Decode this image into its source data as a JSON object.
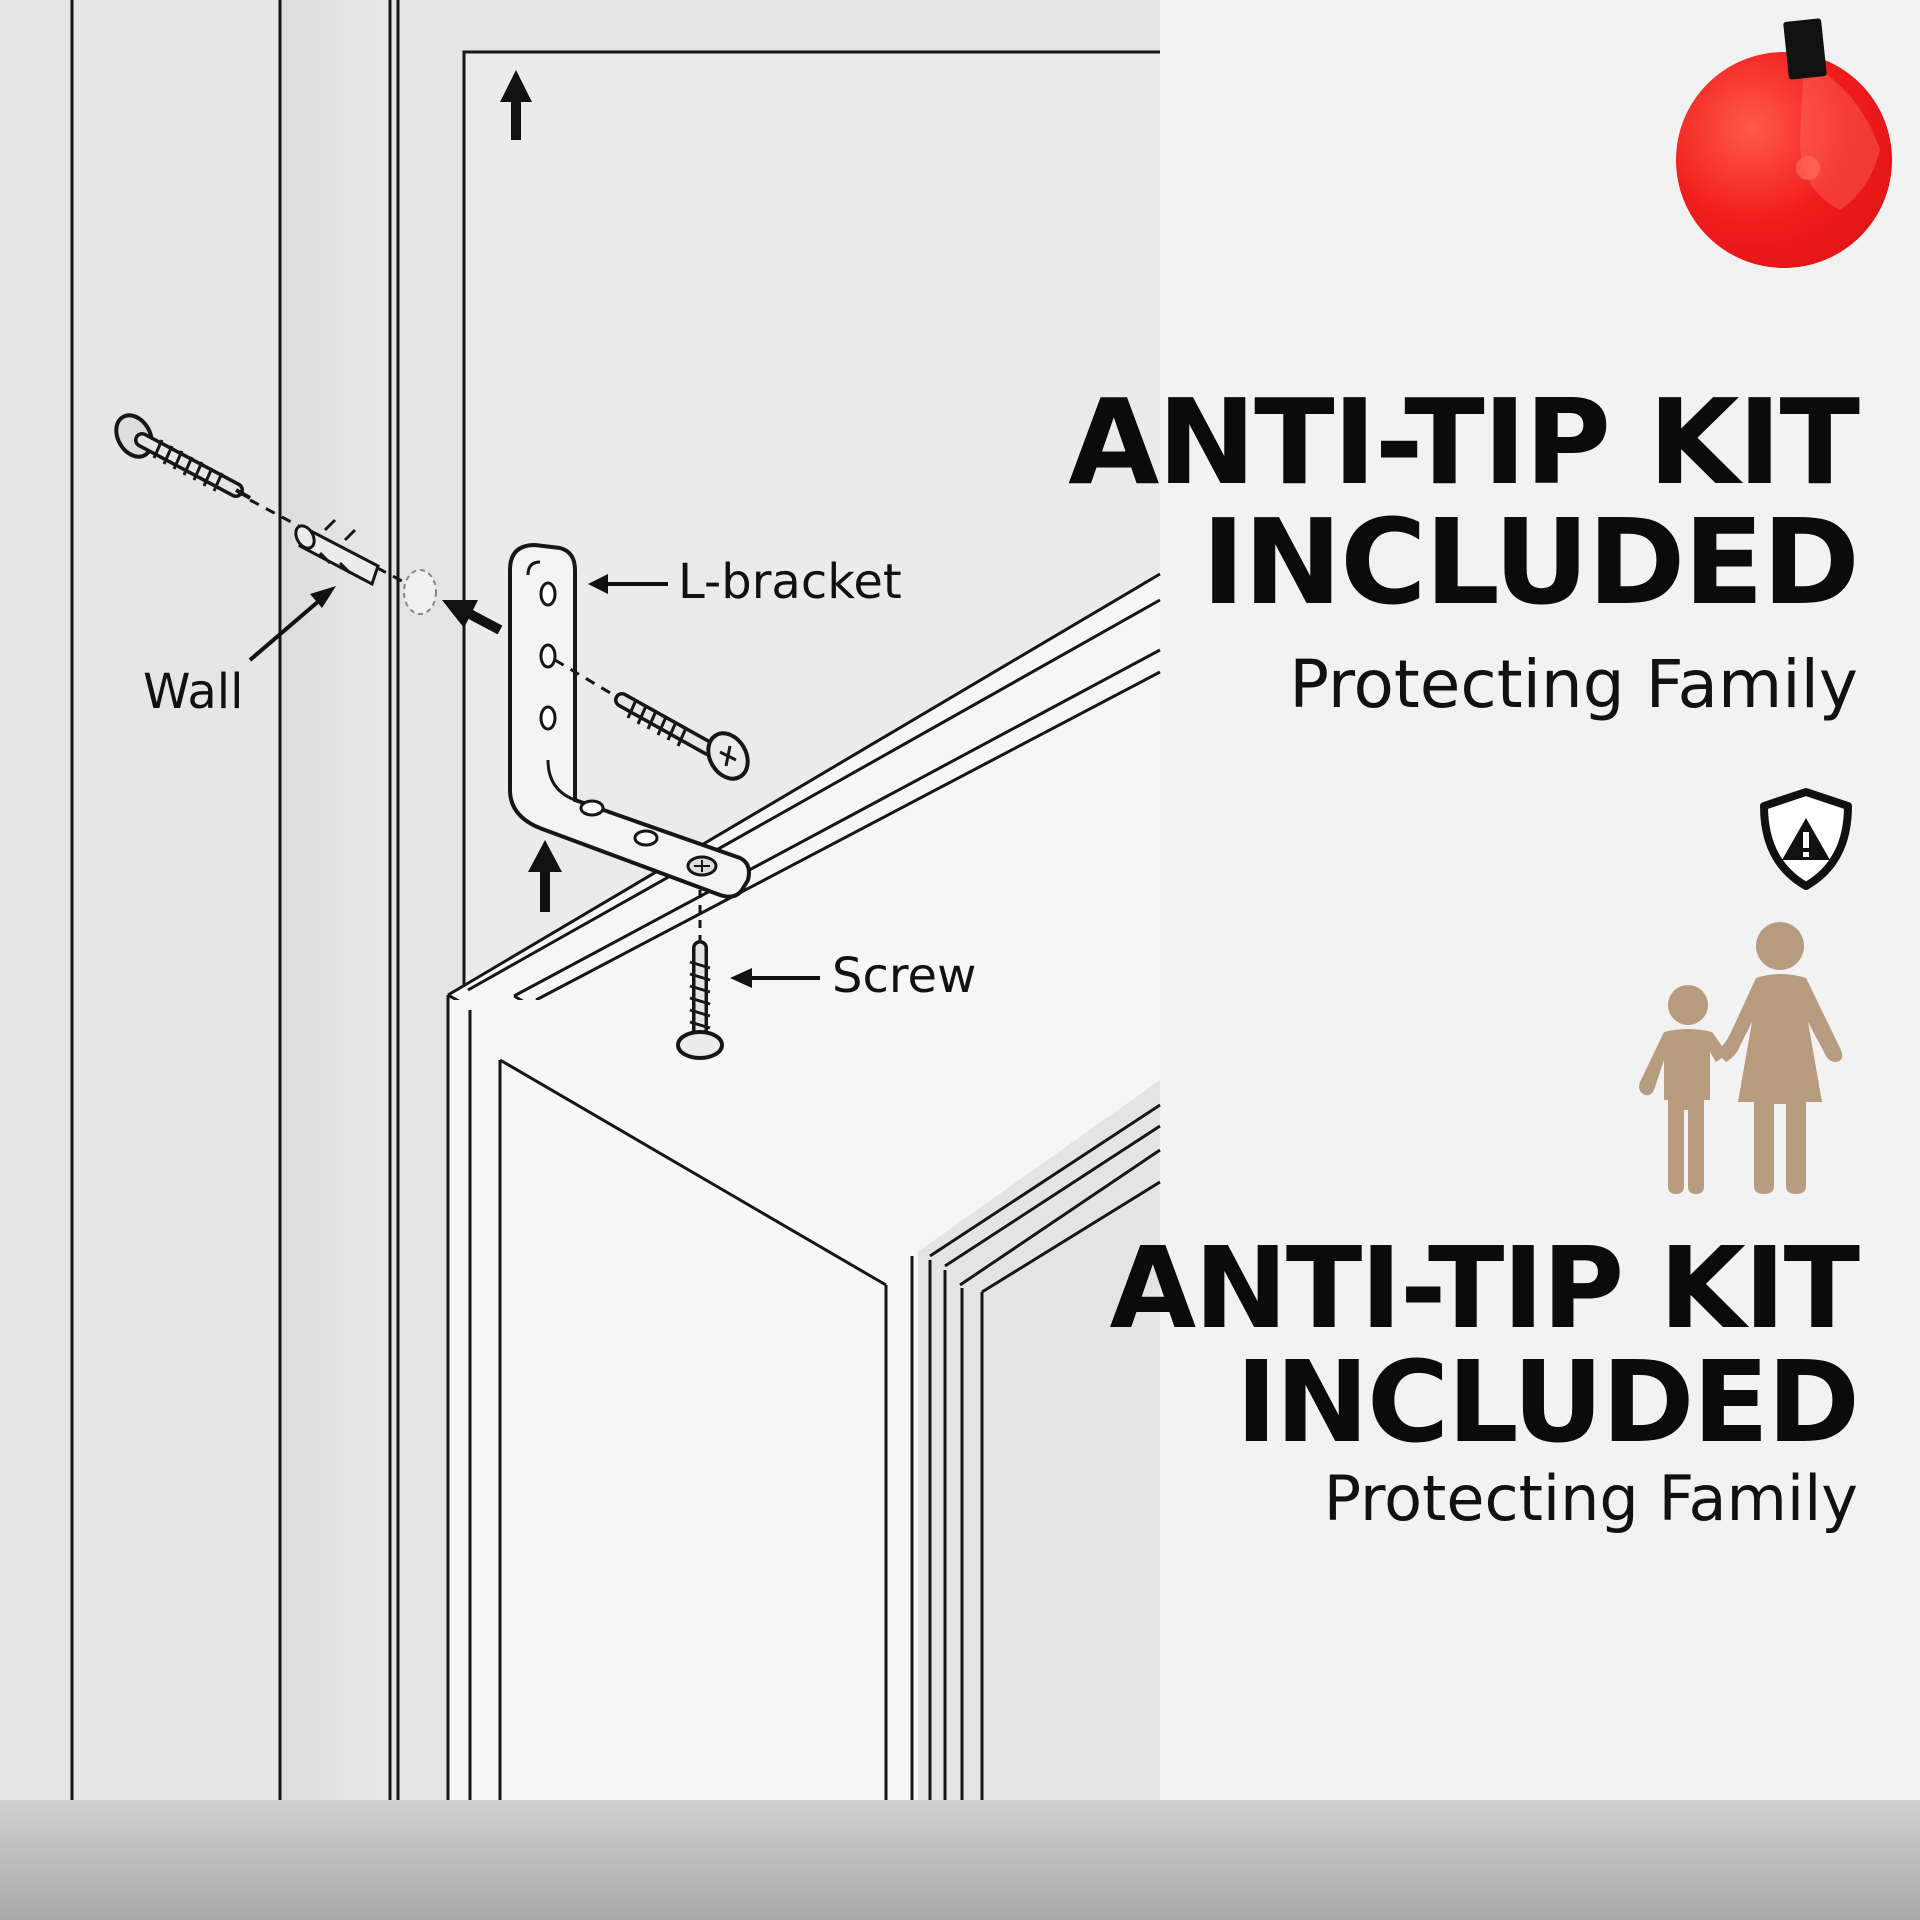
{
  "diagram": {
    "callouts": {
      "wall": "Wall",
      "l_bracket": "L-bracket",
      "screw": "Screw"
    }
  },
  "panels": [
    {
      "headline_line1": "ANTI-TIP KIT",
      "headline_line2": "INCLUDED",
      "tagline": "Protecting Family"
    },
    {
      "headline_line1": "ANTI-TIP KIT",
      "headline_line2": "INCLUDED",
      "tagline": "Protecting Family"
    }
  ],
  "icons": {
    "badge": "red-circle-badge-icon",
    "warning": "shield-warning-icon",
    "family": "adult-child-family-icon"
  },
  "colors": {
    "badge_red": "#f01c1c",
    "figure_tan": "#b79b7f",
    "line": "#161616"
  }
}
